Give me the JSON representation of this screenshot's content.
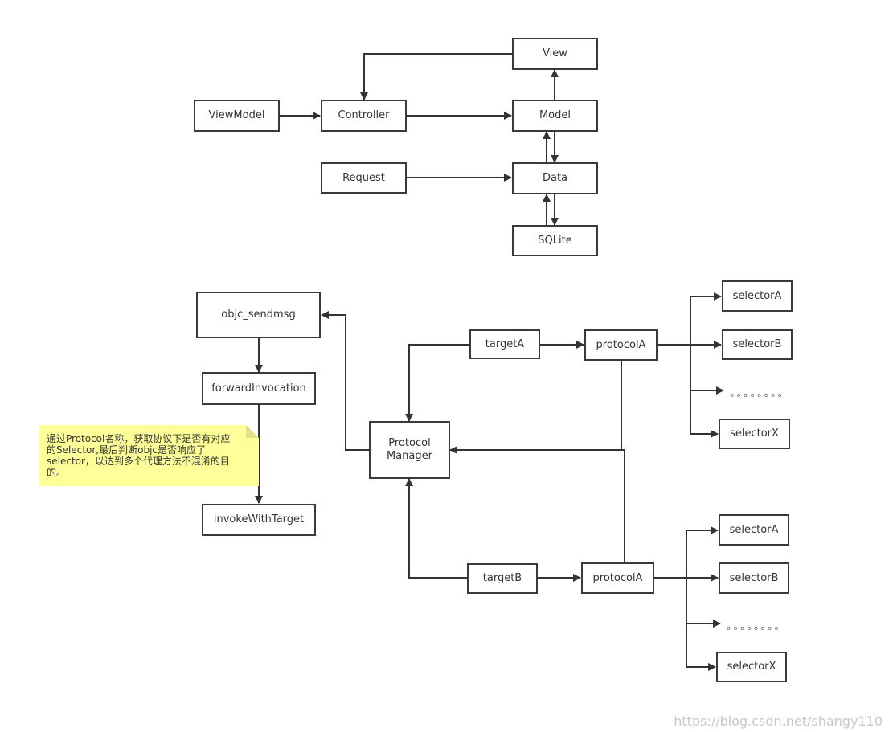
{
  "colors": {
    "line": "#3a3a3a",
    "note_background": "#ffff99",
    "watermark": "#c9c9c9"
  },
  "mvc": {
    "view": "View",
    "viewmodel": "ViewModel",
    "controller": "Controller",
    "model": "Model",
    "request": "Request",
    "data": "Data",
    "sqlite": "SQLite"
  },
  "dispatch": {
    "objc_sendmsg": "objc_sendmsg",
    "forward_invocation": "forwardInvocation",
    "invoke_with_target": "invokeWithTarget",
    "protocol_manager_line1": "Protocol",
    "protocol_manager_line2": "Manager",
    "target_a": "targetA",
    "target_b": "targetB",
    "protocol_a_top": "protocolA",
    "protocol_a_bottom": "protocolA",
    "top_selectors": {
      "a": "selectorA",
      "b": "selectorB",
      "ellipsis": "。。。。。。。。",
      "x": "selectorX"
    },
    "bottom_selectors": {
      "a": "selectorA",
      "b": "selectorB",
      "ellipsis": "。。。。。。。。",
      "x": "selectorX"
    }
  },
  "note": {
    "line1": "通过Protocol名称，获取协议下是否有对应",
    "line2": "的Selector,最后判断objc是否响应了",
    "line3": "selector，以达到多个代理方法不混淆的目",
    "line4": "的。"
  },
  "watermark": "https://blog.csdn.net/shangy110"
}
